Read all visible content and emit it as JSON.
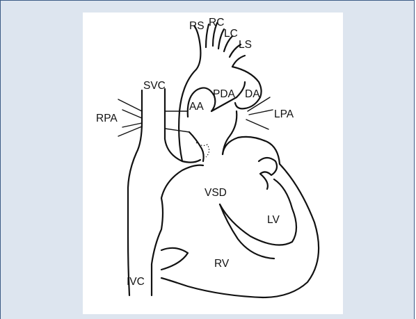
{
  "diagram": {
    "labels": {
      "rs": "RS",
      "rc": "RC",
      "lc": "LC",
      "ls": "LS",
      "svc": "SVC",
      "aa": "AA",
      "pda": "PDA",
      "da": "DA",
      "rpa": "RPA",
      "lpa": "LPA",
      "vsd": "VSD",
      "lv": "LV",
      "rv": "RV",
      "ivc": "IVC"
    }
  }
}
